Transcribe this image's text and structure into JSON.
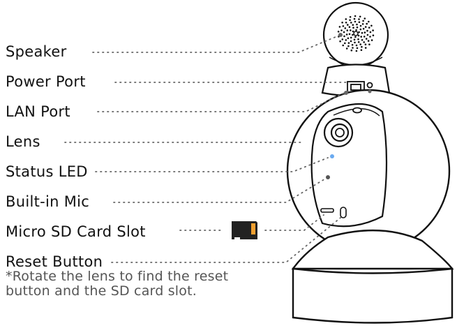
{
  "labels": [
    "Speaker",
    "Power Port",
    "LAN Port",
    "Lens",
    "Status LED",
    "Built-in Mic",
    "Micro SD Card Slot",
    "Reset Button"
  ],
  "note": {
    "line1": "*Rotate the lens to find the reset",
    "line2": "button and the SD card slot."
  },
  "colors": {
    "ink": "#111111",
    "note_text": "#555555",
    "sd_card": "#222222",
    "sd_contacts": "#f0a030",
    "status_led": "#6aaaf0"
  },
  "icons": [
    "sd-card-icon"
  ]
}
